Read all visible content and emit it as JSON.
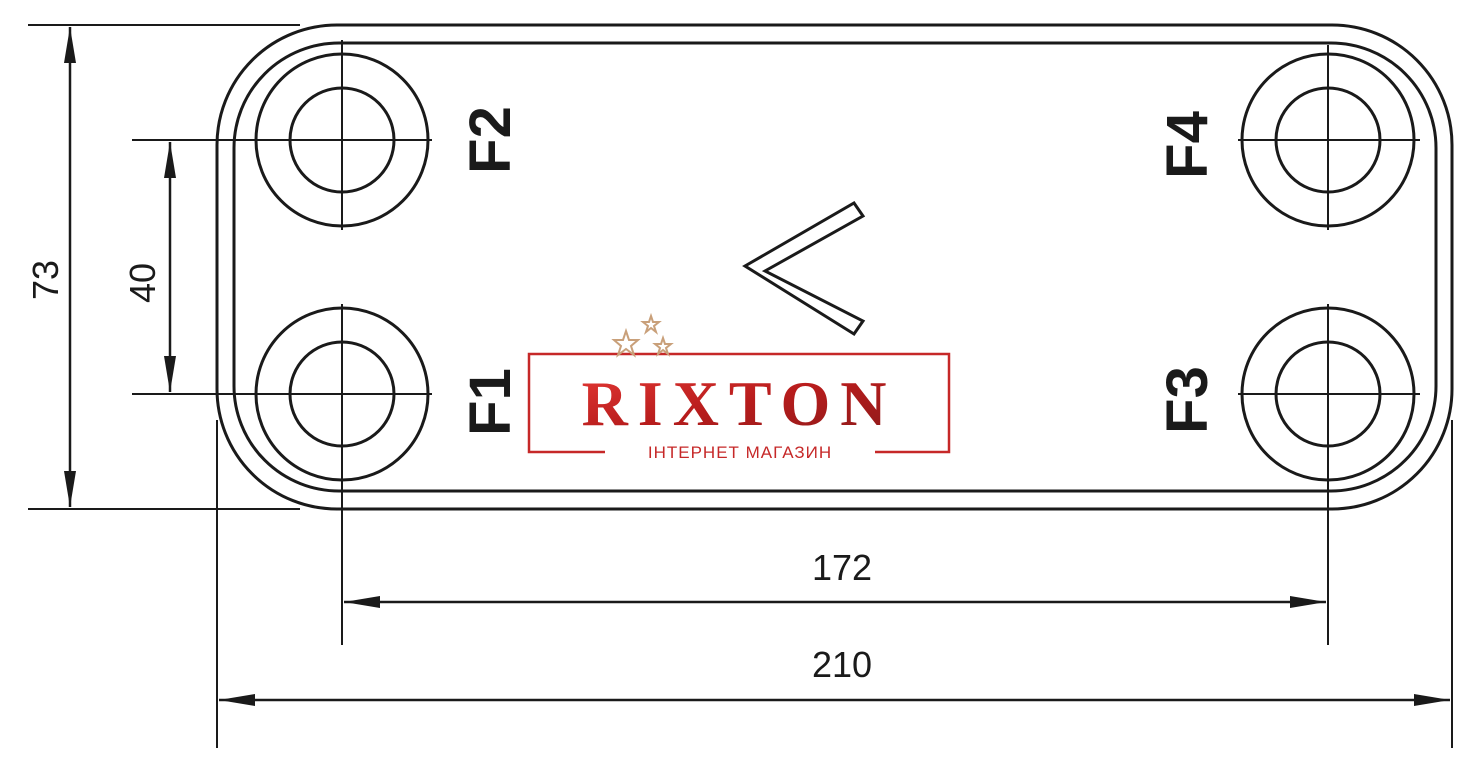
{
  "drawing": {
    "dimensions": {
      "overall_width": "210",
      "port_spacing_width": "172",
      "overall_height": "73",
      "port_spacing_height": "40"
    },
    "ports": {
      "f1": "F1",
      "f2": "F2",
      "f3": "F3",
      "f4": "F4"
    }
  },
  "logo": {
    "brand": "RIXTON",
    "tagline": "ІНТЕРНЕТ МАГАЗИН",
    "color": "#c62828",
    "star_color": "#c9a07a"
  },
  "colors": {
    "line": "#1a1a1a",
    "background": "#ffffff"
  }
}
